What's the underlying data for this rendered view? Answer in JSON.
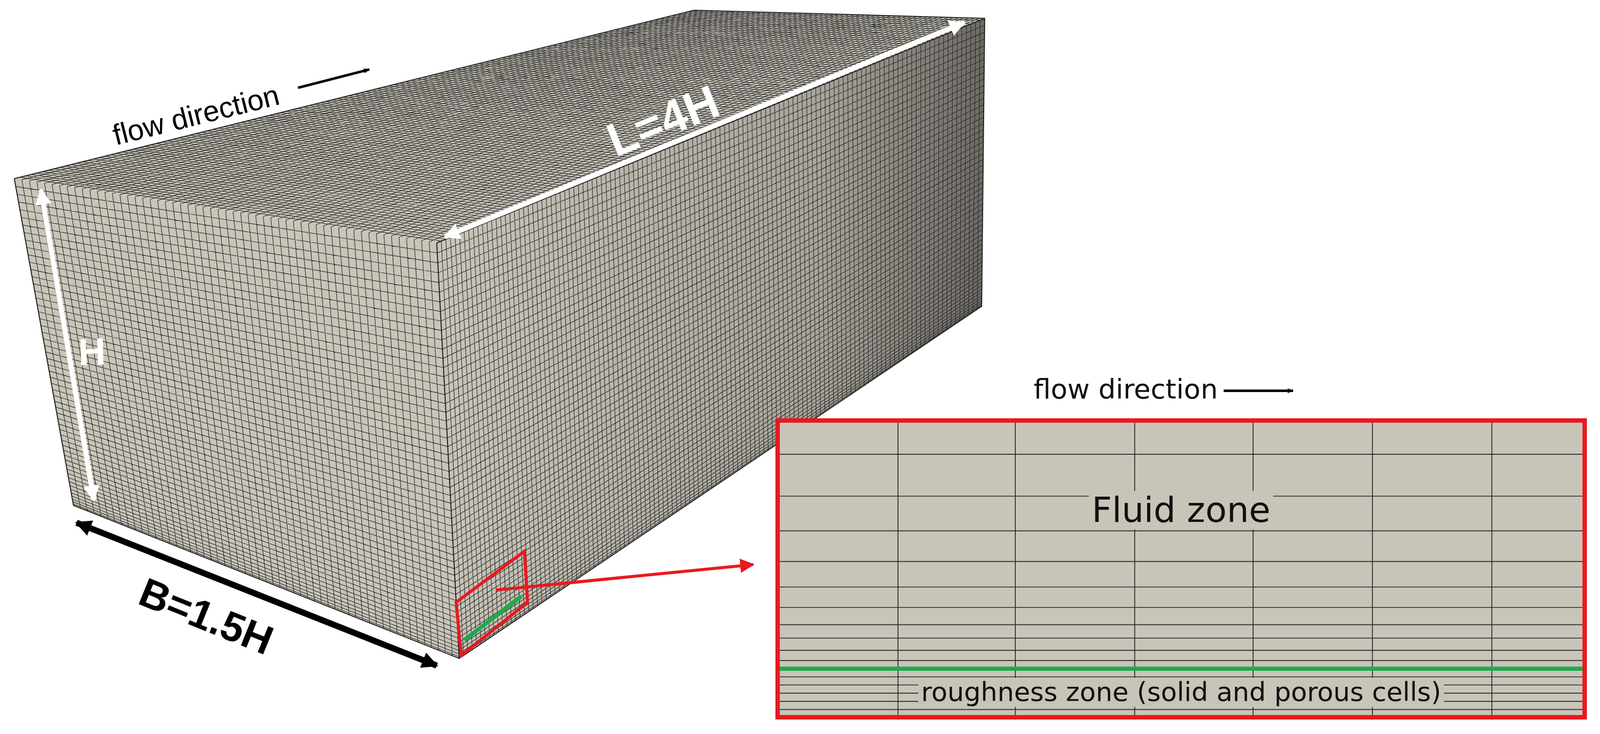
{
  "diagram": {
    "nodes": [
      {
        "text": [
          "flow direction"
        ]
      },
      {
        "text": [
          "Fluid zone"
        ],
        "in": 0
      },
      {
        "text": [
          "roughness zone (solid and porous cells)"
        ],
        "in": 0
      }
    ],
    "labels": [
      "flow direction",
      "L=4H",
      "H",
      "B=1.5H"
    ]
  }
}
